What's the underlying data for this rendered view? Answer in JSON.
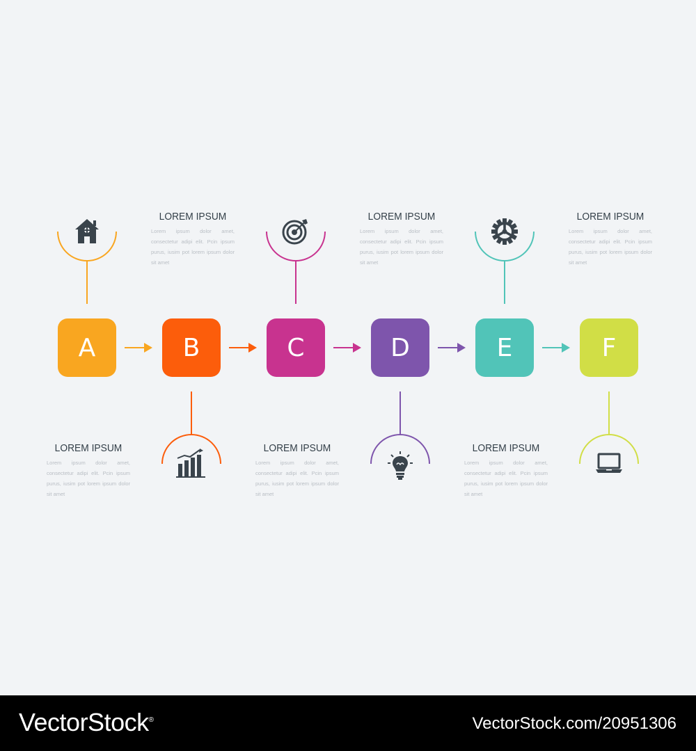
{
  "steps": [
    {
      "letter": "A",
      "color": "#f9a620",
      "icon": "house-icon",
      "connector": "top",
      "caption": {
        "title": "LOREM IPSUM",
        "body": "Lorem ipsum dolor amet, consectetur adipi elit. Pcin ipsum purus, iusim pot lorem ipsum dolor sit amet",
        "position": "bottom"
      }
    },
    {
      "letter": "B",
      "color": "#fc5d0b",
      "icon": "bar-chart-icon",
      "connector": "bottom",
      "caption": {
        "title": "LOREM IPSUM",
        "body": "Lorem ipsum dolor amet, consectetur adipi elit. Pcin ipsum purus, iusim pot lorem ipsum dolor sit amet",
        "position": "top"
      }
    },
    {
      "letter": "C",
      "color": "#c8338f",
      "icon": "target-icon",
      "connector": "top",
      "caption": {
        "title": "LOREM IPSUM",
        "body": "Lorem ipsum dolor amet, consectetur adipi elit. Pcin ipsum purus, iusim pot lorem ipsum dolor sit amet",
        "position": "bottom"
      }
    },
    {
      "letter": "D",
      "color": "#7e55ac",
      "icon": "lightbulb-icon",
      "connector": "bottom",
      "caption": {
        "title": "LOREM IPSUM",
        "body": "Lorem ipsum dolor amet, consectetur adipi elit. Pcin ipsum purus, iusim pot lorem ipsum dolor sit amet",
        "position": "top"
      }
    },
    {
      "letter": "E",
      "color": "#51c4b8",
      "icon": "gear-icon",
      "connector": "top",
      "caption": {
        "title": "LOREM IPSUM",
        "body": "Lorem ipsum dolor amet, consectetur adipi elit. Pcin ipsum purus, iusim pot lorem ipsum dolor sit amet",
        "position": "bottom"
      }
    },
    {
      "letter": "F",
      "color": "#d1de46",
      "icon": "laptop-icon",
      "connector": "bottom",
      "caption": {
        "title": "LOREM IPSUM",
        "body": "Lorem ipsum dolor amet, consectetur adipi elit. Pcin ipsum purus, iusim pot lorem ipsum dolor sit amet",
        "position": "top"
      }
    }
  ],
  "icon_color": "#3a444c",
  "footer": {
    "logo": "VectorStock",
    "logo_mark": "®",
    "url": "VectorStock.com/20951306"
  }
}
